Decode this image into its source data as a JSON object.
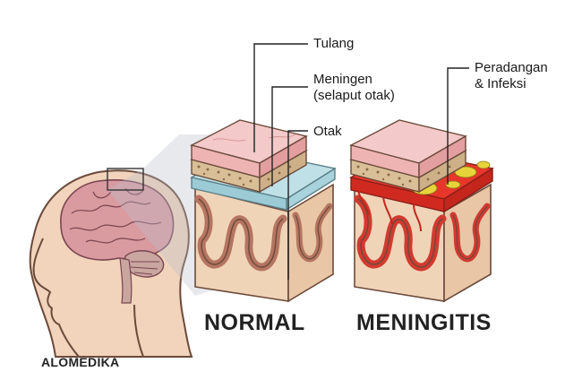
{
  "labels": {
    "tulang": "Tulang",
    "meningen_line1": "Meningen",
    "meningen_line2": "(selaput otak)",
    "otak": "Otak",
    "peradangan_line1": "Peradangan",
    "peradangan_line2": "& Infeksi"
  },
  "panels": {
    "normal_title": "NORMAL",
    "meningitis_title": "MENINGITIS"
  },
  "brand": "ALOMEDIKA",
  "colors": {
    "bone": "#f4c9c9",
    "bone_porous": "#e7d4b8",
    "meninges_normal": "#bfe0e6",
    "meninges_inflamed": "#e8372a",
    "infection": "#e6d43a",
    "brain_tissue": "#f0d4b8",
    "brain_folds": "#c98a78",
    "skin": "#f2d3bb"
  },
  "icons": [
    "head-profile-icon",
    "brain-icon",
    "magnify-cone-icon"
  ]
}
